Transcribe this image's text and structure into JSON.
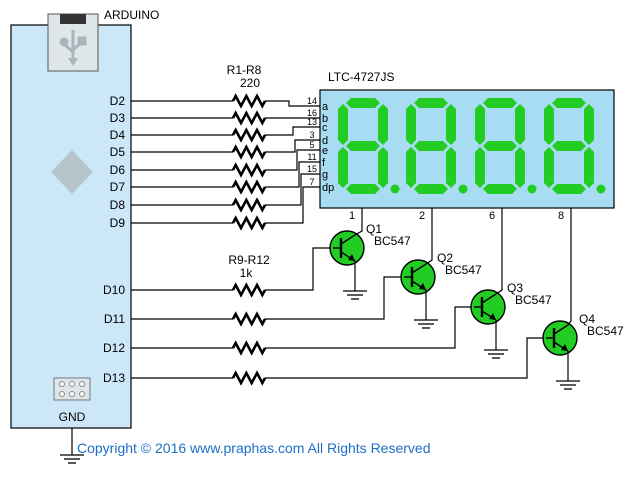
{
  "board": {
    "name": "ARDUINO",
    "gnd_label": "GND",
    "digital_pins": [
      "D2",
      "D3",
      "D4",
      "D5",
      "D6",
      "D7",
      "D8",
      "D9"
    ],
    "digit_pins": [
      "D10",
      "D11",
      "D12",
      "D13"
    ],
    "colors": {
      "fill": "#cce8f8",
      "stroke": "#000000",
      "logo": "#b8c4cc"
    }
  },
  "resistors": {
    "segment_group": {
      "name": "R1-R8",
      "value": "220"
    },
    "digit_group": {
      "name": "R9-R12",
      "value": "1k"
    }
  },
  "display": {
    "part": "LTC-4727JS",
    "segment_pin_numbers": [
      "14",
      "16",
      "13",
      "3",
      "5",
      "11",
      "15",
      "7"
    ],
    "segment_letters": [
      "a",
      "b",
      "c",
      "d",
      "e",
      "f",
      "g",
      "dp"
    ],
    "digit_pin_numbers": [
      "1",
      "2",
      "6",
      "8"
    ],
    "colors": {
      "body": "#a8dcf2",
      "segment_on": "#22cc22"
    }
  },
  "transistors": [
    {
      "name": "Q1",
      "model": "BC547"
    },
    {
      "name": "Q2",
      "model": "BC547"
    },
    {
      "name": "Q3",
      "model": "BC547"
    },
    {
      "name": "Q4",
      "model": "BC547"
    }
  ],
  "copyright": "Copyright © 2016 www.praphas.com  All Rights Reserved"
}
